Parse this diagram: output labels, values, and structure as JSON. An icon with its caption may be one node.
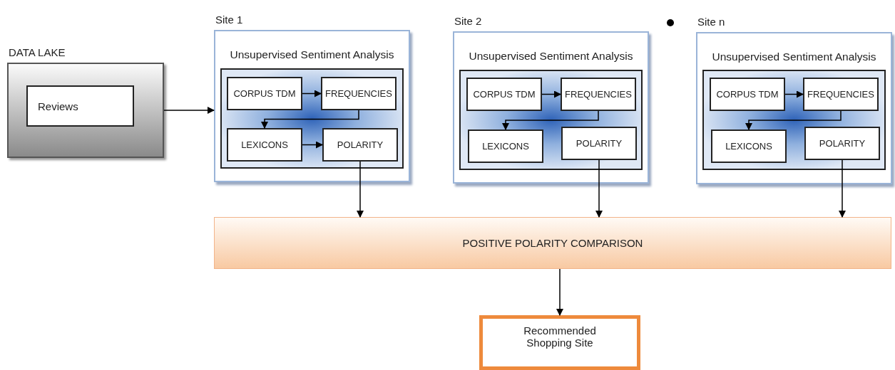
{
  "diagram": {
    "nodes": [
      {
        "text": [
          "DATA LAKE"
        ]
      },
      {
        "text": [
          "Reviews"
        ],
        "in": 0
      },
      {
        "text": [
          "Site 1",
          "Unsupervised Sentiment Analysis"
        ]
      },
      {
        "text": [],
        "shape": "box",
        "in": 2
      },
      {
        "text": [
          "CORPUS TDM"
        ],
        "in": 3
      },
      {
        "text": [
          "FREQUENCIES"
        ],
        "in": 3
      },
      {
        "text": [
          "LEXICONS"
        ],
        "in": 3
      },
      {
        "text": [
          "POLARITY"
        ],
        "in": 3
      },
      {
        "text": [
          "Site 2",
          "Unsupervised Sentiment Analysis"
        ]
      },
      {
        "text": [],
        "shape": "box",
        "in": 8
      },
      {
        "text": [
          "CORPUS TDM"
        ],
        "in": 9
      },
      {
        "text": [
          "FREQUENCIES"
        ],
        "in": 9
      },
      {
        "text": [
          "LEXICONS"
        ],
        "in": 9
      },
      {
        "text": [
          "POLARITY"
        ],
        "in": 9
      },
      {
        "text": [
          "Site n",
          "Unsupervised Sentiment Analysis"
        ]
      },
      {
        "text": [],
        "shape": "box",
        "in": 14
      },
      {
        "text": [
          "CORPUS TDM"
        ],
        "in": 15
      },
      {
        "text": [
          "FREQUENCIES"
        ],
        "in": 15
      },
      {
        "text": [
          "LEXICONS"
        ],
        "in": 15
      },
      {
        "text": [
          "POLARITY"
        ],
        "in": 15
      },
      {
        "text": [
          "POSITIVE POLARITY COMPARISON"
        ]
      },
      {
        "text": [
          "Recommended Shopping Site"
        ]
      }
    ],
    "edges": [
      {
        "from": 0,
        "to": 2,
        "arrow": "to"
      },
      {
        "from": 4,
        "to": 5,
        "arrow": "to"
      },
      {
        "from": 5,
        "to": 6,
        "arrow": "to"
      },
      {
        "from": 6,
        "to": 7,
        "arrow": "to"
      },
      {
        "from": 7,
        "to": 20,
        "arrow": "to"
      },
      {
        "from": 10,
        "to": 11,
        "arrow": "to"
      },
      {
        "from": 11,
        "to": 12,
        "arrow": "to"
      },
      {
        "from": 13,
        "to": 20,
        "arrow": "to"
      },
      {
        "from": 16,
        "to": 17,
        "arrow": "to"
      },
      {
        "from": 17,
        "to": 18,
        "arrow": "to"
      },
      {
        "from": 19,
        "to": 20,
        "arrow": "to"
      },
      {
        "from": 20,
        "to": 21,
        "arrow": "to"
      }
    ]
  }
}
